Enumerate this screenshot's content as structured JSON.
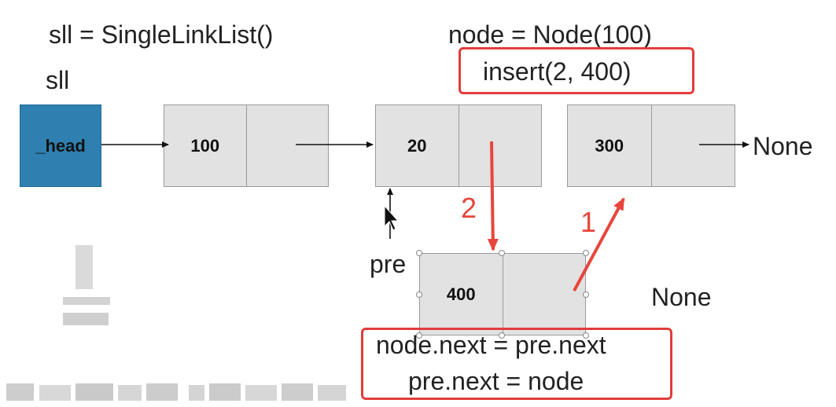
{
  "code": {
    "sll_assign": "sll = SingleLinkList()",
    "sll_label": "sll",
    "node_assign": "node = Node(100)",
    "insert_call": "insert(2, 400)",
    "step_a": "node.next = pre.next",
    "step_b": "pre.next = node"
  },
  "list": {
    "head_label": "_head",
    "nodes": [
      {
        "value": "100"
      },
      {
        "value": "20"
      },
      {
        "value": "300"
      }
    ],
    "tail_none": "None"
  },
  "new_node": {
    "value": "400",
    "pointer_label": "pre",
    "none_label": "None"
  },
  "annotations": {
    "step1": "1",
    "step2": "2"
  },
  "colors": {
    "head_fill": "#2f80b0",
    "node_fill": "#e2e2e2",
    "highlight": "#e23c3c",
    "annotation": "#e8463c"
  }
}
